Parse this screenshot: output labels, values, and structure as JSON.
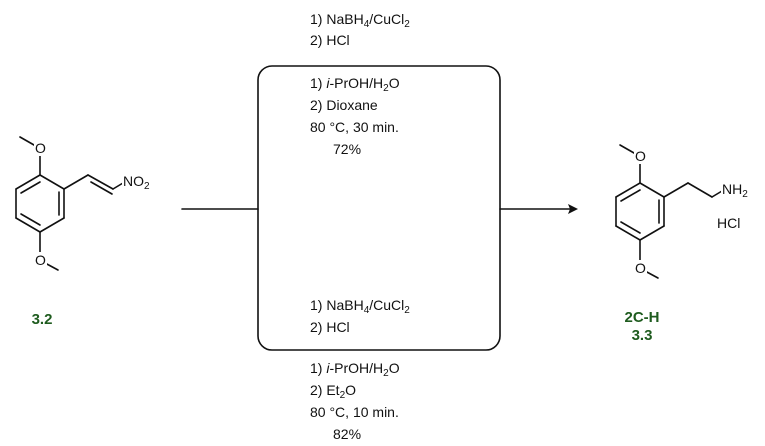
{
  "starting_material": {
    "label": "3.2",
    "substituents": {
      "o1": "O",
      "o2": "O",
      "nitro": "NO",
      "nitro_sub": "2"
    }
  },
  "product": {
    "name_label": "2C-H",
    "number_label": "3.3",
    "substituents": {
      "o1": "O",
      "o2": "O",
      "amine": "NH",
      "amine_sub": "2",
      "salt": "HCl"
    }
  },
  "route_top": {
    "step1": {
      "a": "1) NaBH",
      "a_sub": "4",
      "b": "/CuCl",
      "b_sub": "2"
    },
    "step2": "2) HCl",
    "workup1": {
      "prefix": "1) ",
      "ital": "i",
      "mid": "-PrOH/H",
      "sub": "2",
      "end": "O"
    },
    "workup2": "2) Dioxane",
    "conditions": "80 °C, 30 min.",
    "yield": "72%"
  },
  "route_bottom": {
    "step1": {
      "a": "1) NaBH",
      "a_sub": "4",
      "b": "/CuCl",
      "b_sub": "2"
    },
    "step2": "2) HCl",
    "workup1": {
      "prefix": "1) ",
      "ital": "i",
      "mid": "-PrOH/H",
      "sub": "2",
      "end": "O"
    },
    "workup2": {
      "a": "2) Et",
      "sub": "2",
      "b": "O"
    },
    "conditions": "80 °C, 10 min.",
    "yield": "82%"
  }
}
